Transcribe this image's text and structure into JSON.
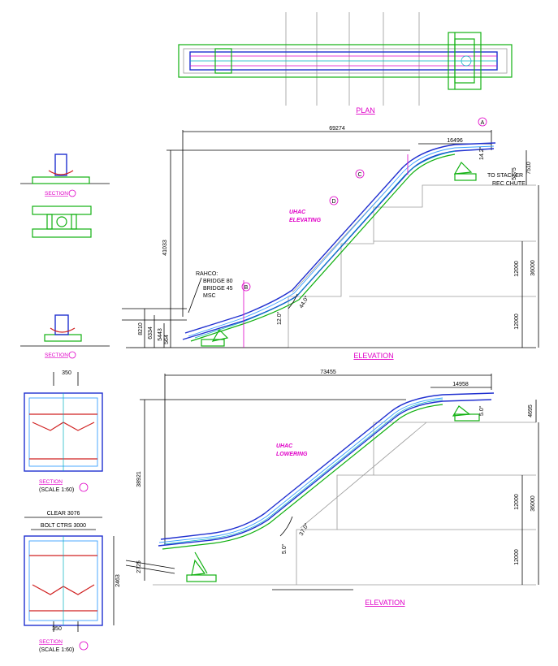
{
  "titles": {
    "plan": "PLAN",
    "elevation_upper": "ELEVATION",
    "elevation_lower": "ELEVATION"
  },
  "sections": {
    "a": "SECTION",
    "b": "SECTION",
    "c": "SECTION",
    "c_scale": "(SCALE 1:60)",
    "d": "SECTION",
    "d_scale": "(SCALE 1:60)"
  },
  "upper": {
    "name_line1": "UHAC",
    "name_line2": "ELEVATING",
    "dim_total": "69274",
    "dim_top": "16496",
    "dim_height": "41033",
    "dim_36000": "36000",
    "dim_12000a": "12000",
    "dim_12000b": "12000",
    "dim_8210": "8210",
    "dim_6334": "6334",
    "dim_5443": "5443",
    "dim_564": "564",
    "dim_5175": "5175",
    "dim_7510": "7510",
    "angle_main": "44.0°",
    "angle_lower": "12.0°",
    "angle_upper": "14.2°",
    "rahco": [
      "RAHCO:",
      "BRIDGE 80",
      "BRIDGE 45",
      "MSC"
    ],
    "stacker": [
      "TO STACKER",
      "REC CHUTE"
    ]
  },
  "lower": {
    "name_line1": "UHAC",
    "name_line2": "LOWERING",
    "dim_total": "73455",
    "dim_top": "14958",
    "dim_height": "38921",
    "dim_36000": "36000",
    "dim_12000a": "12000",
    "dim_12000b": "12000",
    "dim_2725": "2725",
    "dim_4695": "4695",
    "angle_main": "37.0°",
    "angle_lower": "5.0°",
    "angle_upper": "5.0°"
  },
  "section_c": {
    "dim_350": "350"
  },
  "section_d": {
    "clear": "CLEAR 3076",
    "bolt": "BOLT CTRS 3000",
    "dim_350": "350",
    "dim_2463": "2463"
  },
  "markers": {
    "a": "A",
    "b": "B",
    "c": "C",
    "d": "D"
  }
}
